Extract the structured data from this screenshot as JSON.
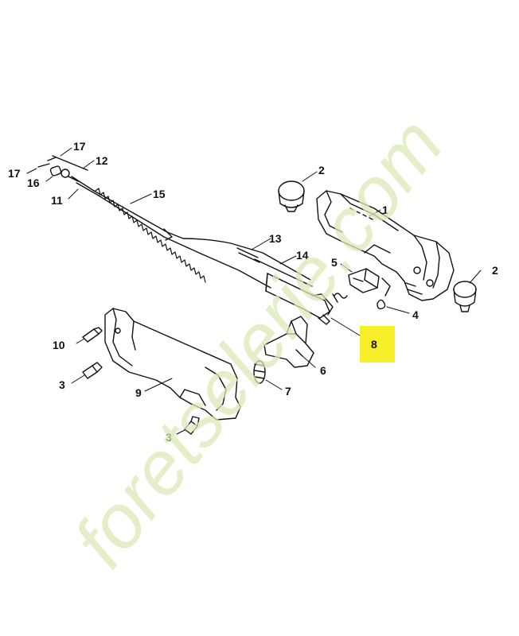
{
  "callouts": {
    "c1": "1",
    "c2a": "2",
    "c2b": "2",
    "c3a": "3",
    "c3b": "3",
    "c4": "4",
    "c5": "5",
    "c6": "6",
    "c7": "7",
    "c8": "8",
    "c9": "9",
    "c10": "10",
    "c11": "11",
    "c12": "12",
    "c13": "13",
    "c14": "14",
    "c15": "15",
    "c16": "16",
    "c17a": "17",
    "c17b": "17"
  },
  "highlight": {
    "part": "8",
    "color": "#f7ef2a"
  },
  "watermark": {
    "text": "foretselerie.com",
    "color": "#dbe9b8"
  }
}
